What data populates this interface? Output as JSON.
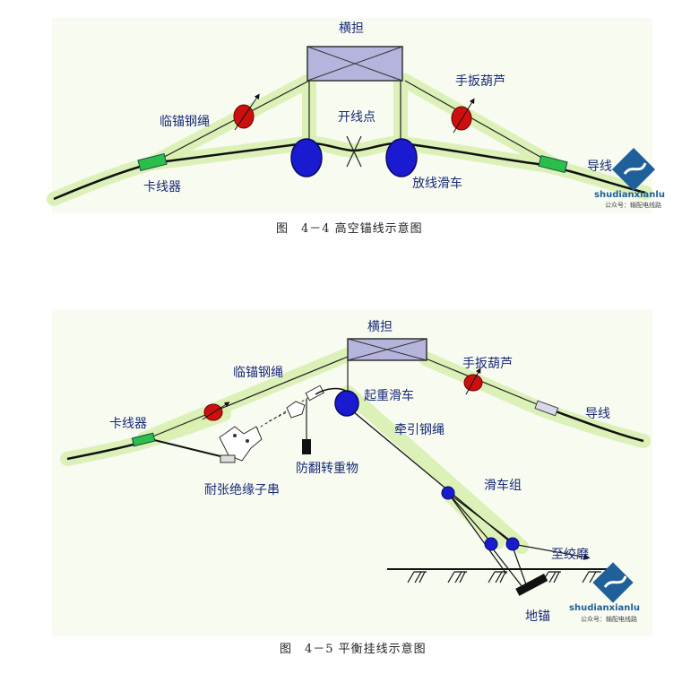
{
  "figure1": {
    "caption": "图　4－4 高空锚线示意图",
    "labels": {
      "crossarm": "横担",
      "temp_anchor_rope": "临锚钢绳",
      "turnbuckle": "手扳葫芦",
      "cut_point": "开线点",
      "clamp": "卡线器",
      "pulley": "放线滑车",
      "conductor": "导线"
    }
  },
  "figure2": {
    "caption": "图　4－5 平衡挂线示意图",
    "labels": {
      "crossarm": "横担",
      "temp_anchor_rope": "临锚钢绳",
      "turnbuckle": "手扳葫芦",
      "clamp": "卡线器",
      "lifting_pulley": "起重滑车",
      "conductor": "导线",
      "anti_flip_weight": "防翻转重物",
      "traction_rope": "牵引钢绳",
      "insulator_string": "耐张绝缘子串",
      "pulley_block": "滑车组",
      "to_winch": "至绞磨",
      "ground_anchor": "地锚"
    }
  },
  "watermark": {
    "site": "shudianxianlu",
    "account": "公众号：输配电线路"
  },
  "colors": {
    "crossarm_fill": "#b4b4dc",
    "pulley": "#1a1ad0",
    "turnbuckle": "#cc1010",
    "clamp": "#2bbf4a",
    "glow": "#d8f0b0",
    "label": "#1a2a7a"
  }
}
